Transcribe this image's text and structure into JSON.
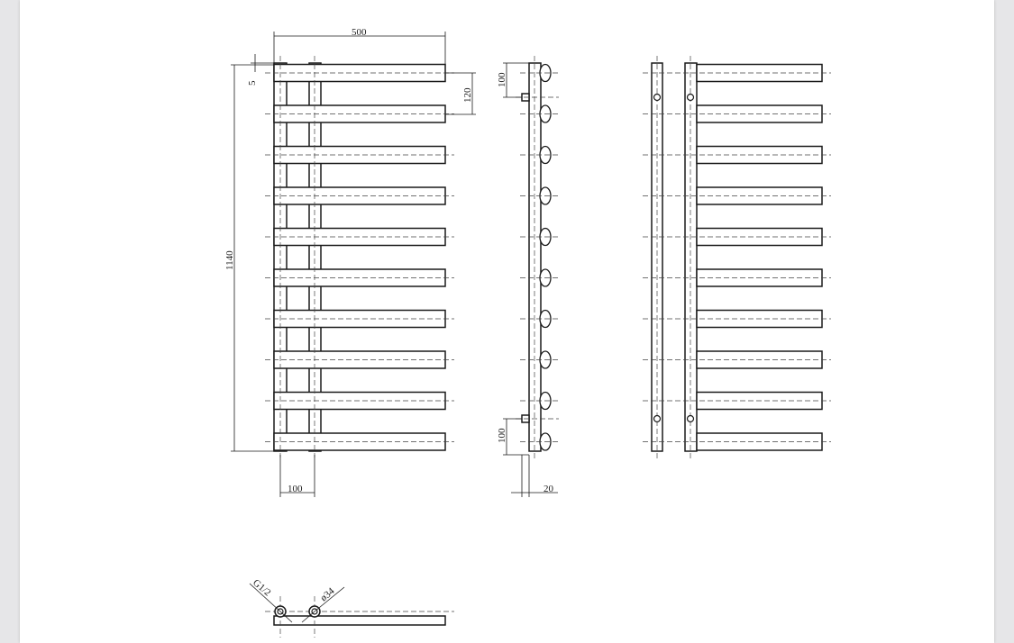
{
  "dimensions": {
    "width": "500",
    "height": "1140",
    "top_offset": "5",
    "bar_pitch": "120",
    "bracket_top": "100",
    "bracket_bottom": "100",
    "pipe_centers": "100",
    "wall_depth": "20"
  },
  "connections": {
    "thread": "G1/2",
    "pipe_diameter": "ø34"
  },
  "bar_count": 10,
  "colors": {
    "line": "#1a1a1a",
    "center_line": "#444444"
  }
}
